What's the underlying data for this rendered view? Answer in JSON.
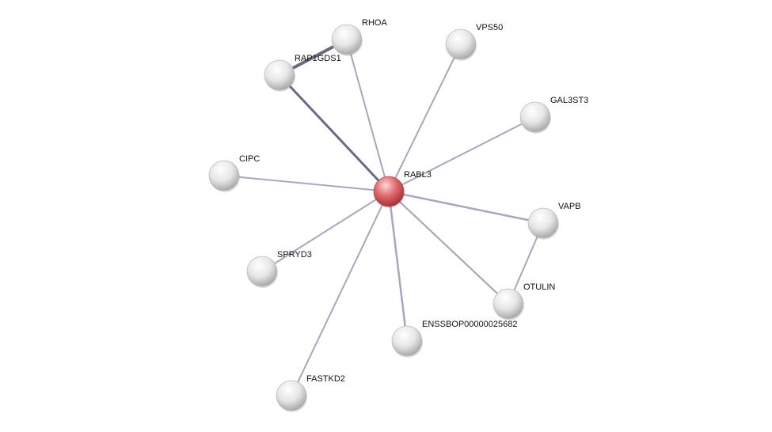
{
  "network": {
    "query_node": "RABL3",
    "nodes": [
      {
        "id": "RABL3",
        "label": "RABL3",
        "query": true
      },
      {
        "id": "RHOA",
        "label": "RHOA"
      },
      {
        "id": "RAP1GDS1",
        "label": "RAP1GDS1"
      },
      {
        "id": "VPS50",
        "label": "VPS50"
      },
      {
        "id": "GAL3ST3",
        "label": "GAL3ST3"
      },
      {
        "id": "CIPC",
        "label": "CIPC"
      },
      {
        "id": "VAPB",
        "label": "VAPB"
      },
      {
        "id": "SPRYD3",
        "label": "SPRYD3"
      },
      {
        "id": "OTULIN",
        "label": "OTULIN"
      },
      {
        "id": "ENSSBOP00000025682",
        "label": "ENSSBOP00000025682"
      },
      {
        "id": "FASTKD2",
        "label": "FASTKD2"
      }
    ],
    "edges": [
      [
        "RABL3",
        "RHOA"
      ],
      [
        "RABL3",
        "RAP1GDS1"
      ],
      [
        "RABL3",
        "VPS50"
      ],
      [
        "RABL3",
        "GAL3ST3"
      ],
      [
        "RABL3",
        "CIPC"
      ],
      [
        "RABL3",
        "VAPB"
      ],
      [
        "RABL3",
        "SPRYD3"
      ],
      [
        "RABL3",
        "OTULIN"
      ],
      [
        "RABL3",
        "ENSSBOP00000025682"
      ],
      [
        "RABL3",
        "FASTKD2"
      ],
      [
        "RHOA",
        "RAP1GDS1"
      ],
      [
        "VAPB",
        "OTULIN"
      ]
    ],
    "colors": {
      "query": "#d9535b",
      "node": "#e0e0e0",
      "edge": "#a7a7bd",
      "edge_strong": "#6a6a84"
    }
  }
}
